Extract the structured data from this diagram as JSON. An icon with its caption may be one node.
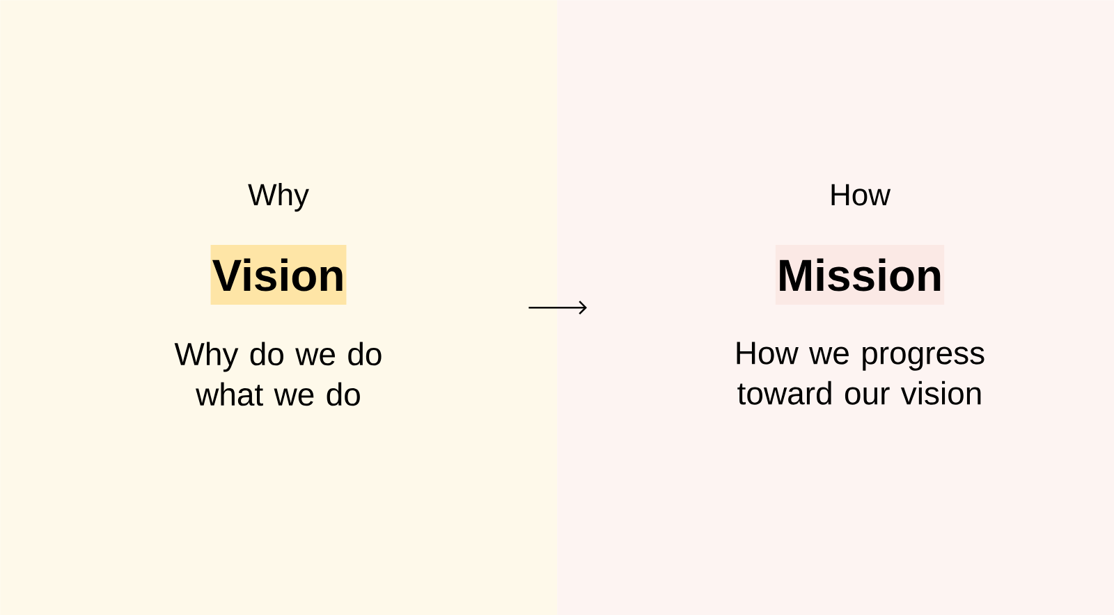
{
  "diagram": {
    "nodes": [
      {
        "text": [
          "Why",
          "Vision",
          "Why do we do what we do"
        ]
      },
      {
        "text": [
          "How",
          "Mission",
          "How we progress toward our vision"
        ]
      }
    ],
    "edges": [
      {
        "from": 0,
        "to": 1,
        "arrow": "to"
      }
    ]
  }
}
